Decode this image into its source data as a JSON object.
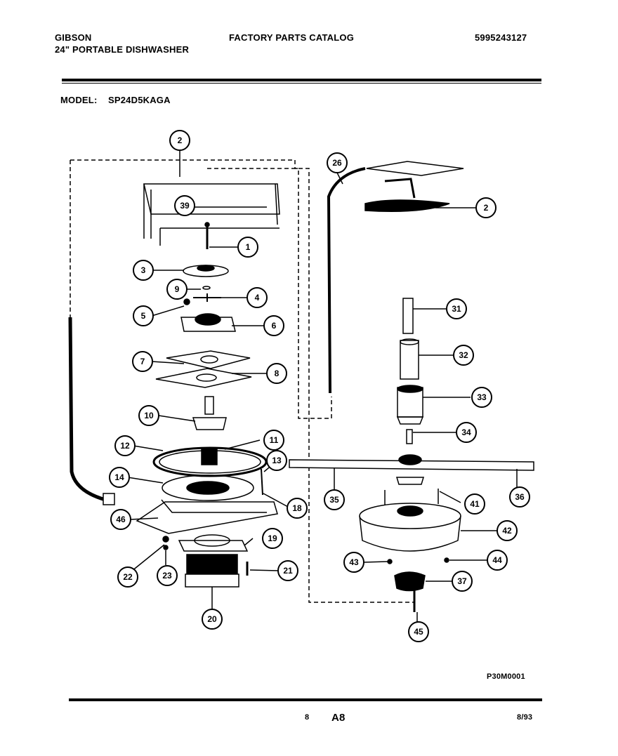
{
  "header": {
    "brand": "GIBSON",
    "product": "24\" PORTABLE DISHWASHER",
    "catalog_title": "FACTORY PARTS CATALOG",
    "part_number": "5995243127",
    "model_label": "MODEL:",
    "model_value": "SP24D5KAGA"
  },
  "footer": {
    "drawing_code": "P30M0001",
    "page_number": "8",
    "section": "A8",
    "revision_date": "8/93"
  },
  "callouts": [
    {
      "id": "c-2a",
      "label": "2"
    },
    {
      "id": "c-39",
      "label": "39"
    },
    {
      "id": "c-1",
      "label": "1"
    },
    {
      "id": "c-3",
      "label": "3"
    },
    {
      "id": "c-9",
      "label": "9"
    },
    {
      "id": "c-4",
      "label": "4"
    },
    {
      "id": "c-5",
      "label": "5"
    },
    {
      "id": "c-6",
      "label": "6"
    },
    {
      "id": "c-7",
      "label": "7"
    },
    {
      "id": "c-8",
      "label": "8"
    },
    {
      "id": "c-10",
      "label": "10"
    },
    {
      "id": "c-11",
      "label": "11"
    },
    {
      "id": "c-12",
      "label": "12"
    },
    {
      "id": "c-13",
      "label": "13"
    },
    {
      "id": "c-14",
      "label": "14"
    },
    {
      "id": "c-18",
      "label": "18"
    },
    {
      "id": "c-46",
      "label": "46"
    },
    {
      "id": "c-19",
      "label": "19"
    },
    {
      "id": "c-22",
      "label": "22"
    },
    {
      "id": "c-23",
      "label": "23"
    },
    {
      "id": "c-21",
      "label": "21"
    },
    {
      "id": "c-20",
      "label": "20"
    },
    {
      "id": "c-26",
      "label": "26"
    },
    {
      "id": "c-2b",
      "label": "2"
    },
    {
      "id": "c-31",
      "label": "31"
    },
    {
      "id": "c-32",
      "label": "32"
    },
    {
      "id": "c-33",
      "label": "33"
    },
    {
      "id": "c-34",
      "label": "34"
    },
    {
      "id": "c-35",
      "label": "35"
    },
    {
      "id": "c-36",
      "label": "36"
    },
    {
      "id": "c-41",
      "label": "41"
    },
    {
      "id": "c-42",
      "label": "42"
    },
    {
      "id": "c-43",
      "label": "43"
    },
    {
      "id": "c-44",
      "label": "44"
    },
    {
      "id": "c-37",
      "label": "37"
    },
    {
      "id": "c-45",
      "label": "45"
    }
  ]
}
